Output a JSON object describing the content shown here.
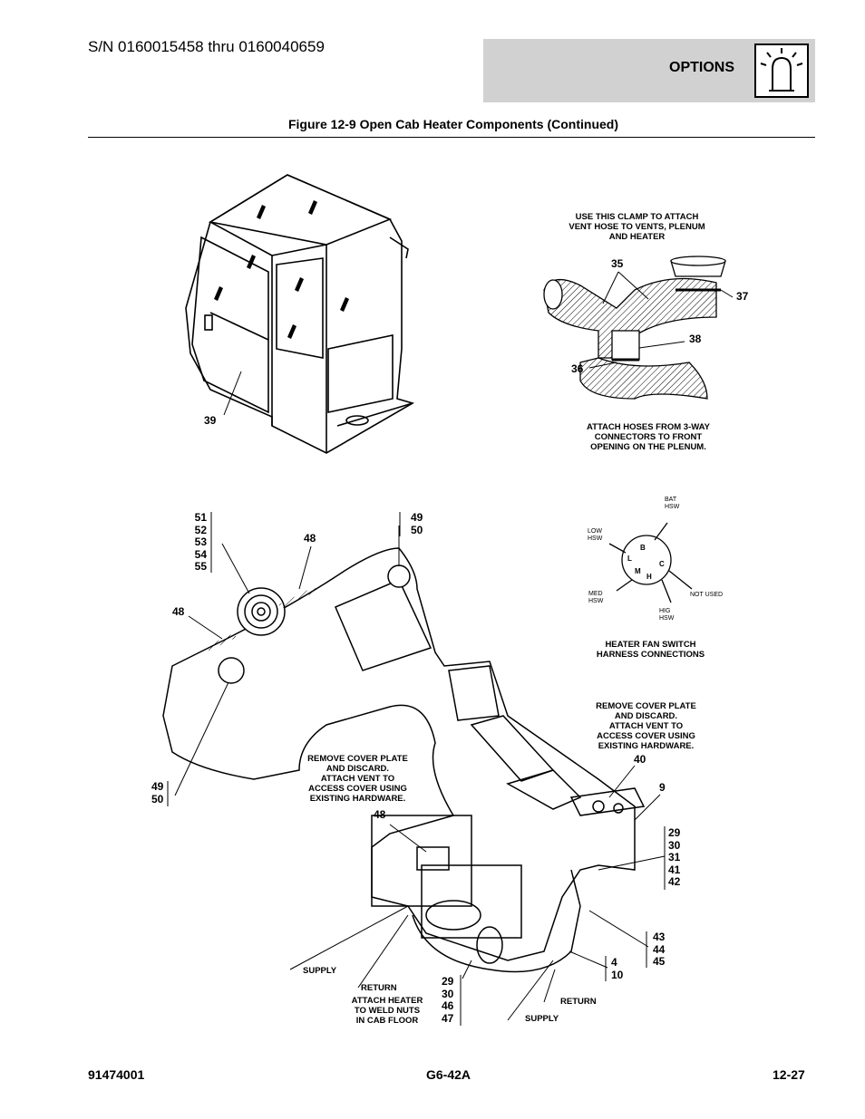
{
  "header": {
    "serial_range": "S/N 0160015458 thru 0160040659",
    "section": "OPTIONS",
    "icon": "beacon-light-icon"
  },
  "figure_title": "Figure 12-9 Open Cab Heater Components (Continued)",
  "callouts": {
    "c39": "39",
    "c35": "35",
    "c37": "37",
    "c38": "38",
    "c36": "36",
    "c51_55": [
      "51",
      "52",
      "53",
      "54",
      "55"
    ],
    "c48a": "48",
    "c49_50_top": [
      "49",
      "50"
    ],
    "c48b": "48",
    "c49_50_left": [
      "49",
      "50"
    ],
    "c40": "40",
    "c9": "9",
    "c48c": "48",
    "c29_42": [
      "29",
      "30",
      "31",
      "41",
      "42"
    ],
    "c43_45": [
      "43",
      "44",
      "45"
    ],
    "c4_10": [
      "4",
      "10"
    ],
    "c29_47": [
      "29",
      "30",
      "46",
      "47"
    ]
  },
  "notes": {
    "clamp": [
      "USE THIS CLAMP TO ATTACH",
      "VENT HOSE TO VENTS, PLENUM",
      "AND HEATER"
    ],
    "hoses": [
      "ATTACH HOSES FROM 3-WAY",
      "CONNECTORS TO FRONT",
      "OPENING ON THE PLENUM."
    ],
    "switch": [
      "HEATER FAN SWITCH",
      "HARNESS CONNECTIONS"
    ],
    "cover_right": [
      "REMOVE COVER PLATE",
      "AND DISCARD.",
      "ATTACH VENT TO",
      "ACCESS COVER USING",
      "EXISTING HARDWARE."
    ],
    "cover_left": [
      "REMOVE COVER PLATE",
      "AND DISCARD.",
      "ATTACH VENT TO",
      "ACCESS COVER USING",
      "EXISTING HARDWARE."
    ],
    "attach_heater": [
      "ATTACH HEATER",
      "TO WELD NUTS",
      "IN CAB FLOOR"
    ],
    "supply_left": "SUPPLY",
    "return_left": "RETURN",
    "return_right": "RETURN",
    "supply_right": "SUPPLY"
  },
  "switch_labels": {
    "bat": [
      "BAT",
      "HSW"
    ],
    "low": [
      "LOW",
      "HSW"
    ],
    "med": [
      "MED",
      "HSW"
    ],
    "hig": [
      "HIG",
      "HSW"
    ],
    "not_used": "NOT USED",
    "pins": [
      "B",
      "L",
      "M",
      "H",
      "C"
    ]
  },
  "footer": {
    "left": "91474001",
    "center": "G6-42A",
    "right": "12-27"
  }
}
